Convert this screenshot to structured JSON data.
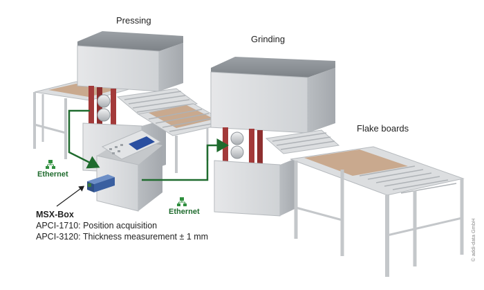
{
  "labels": {
    "pressing": "Pressing",
    "grinding": "Grinding",
    "flake_boards": "Flake boards",
    "ethernet_left": "Ethernet",
    "ethernet_right": "Ethernet"
  },
  "msx": {
    "title": "MSX-Box",
    "line1": "APCI-1710: Position acquisition",
    "line2": "APCI-3120: Thickness measurement ± 1 mm"
  },
  "copyright": "© addi-data GmbH",
  "colors": {
    "frame": "#c9ccd0",
    "machine": "#d6d8db",
    "machine_dark": "#8f9499",
    "board": "#c9a98e",
    "column": "#a33a3a",
    "arrow": "#1f6b2e",
    "screen": "#2a4fa0"
  }
}
